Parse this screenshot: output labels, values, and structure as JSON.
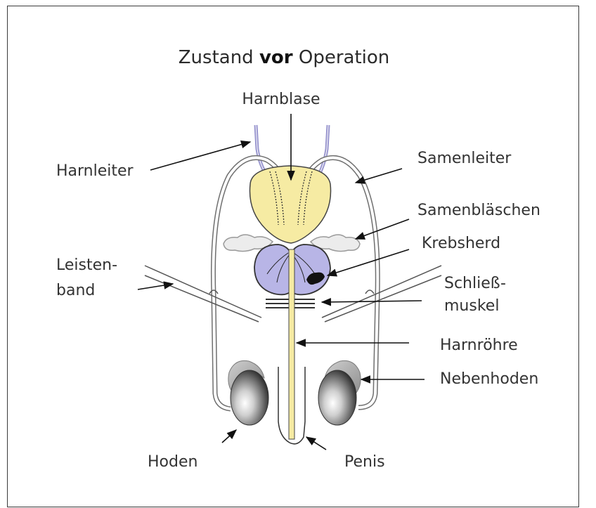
{
  "title": {
    "prefix": "Zustand ",
    "emphasis": "vor",
    "suffix": " Operation"
  },
  "labels": {
    "harnblase": "Harnblase",
    "harnleiter": "Harnleiter",
    "samenleiter": "Samenleiter",
    "samenblaeschen": "Samenbläschen",
    "krebsherd": "Krebsherd",
    "leisten_1": "Leisten-",
    "leisten_2": "band",
    "schliess_1": "Schließ-",
    "schliess_2": "muskel",
    "harnroehre": "Harnröhre",
    "nebenhoden": "Nebenhoden",
    "hoden": "Hoden",
    "penis": "Penis"
  },
  "colors": {
    "bladder": "#f6eba3",
    "prostate": "#b8b5e6",
    "ureter": "#9a97cf",
    "tumor": "#111111",
    "testis_light": "#f2f2f2",
    "testis_dark": "#2e2e2e"
  }
}
